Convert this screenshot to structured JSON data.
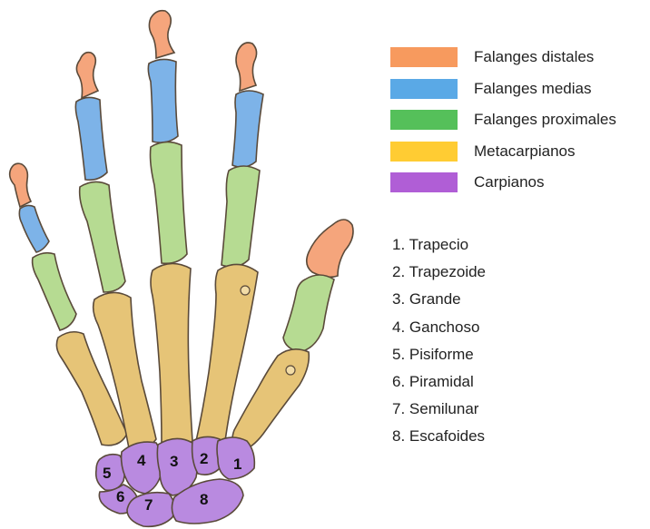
{
  "legend": [
    {
      "label": "Falanges distales",
      "color": "#f79a5e"
    },
    {
      "label": "Falanges medias",
      "color": "#5aa9e6"
    },
    {
      "label": "Falanges proximales",
      "color": "#55c05a"
    },
    {
      "label": "Metacarpianos",
      "color": "#ffcc33"
    },
    {
      "label": "Carpianos",
      "color": "#b05ed6"
    }
  ],
  "bone_colors": {
    "distal": "#f5a57c",
    "medial": "#7db3e8",
    "proximal": "#b6db92",
    "metacarpal": "#e6c477",
    "carpal": "#b98ae0"
  },
  "carpal_list": [
    "1. Trapecio",
    "2. Trapezoide",
    "3. Grande",
    "4. Ganchoso",
    "5. Pisiforme",
    "6. Piramidal",
    "7. Semilunar",
    "8. Escafoides"
  ],
  "carpal_numbers": [
    "1",
    "2",
    "3",
    "4",
    "5",
    "6",
    "7",
    "8"
  ]
}
